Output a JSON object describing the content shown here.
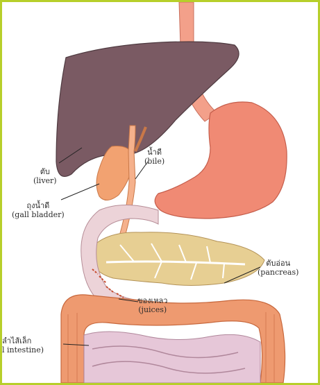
{
  "labels": {
    "liver": {
      "th": "ตับ",
      "en": "(liver)"
    },
    "bile": {
      "th": "น้ำดี",
      "en": "(bile)"
    },
    "gall_bladder": {
      "th": "ถุงน้ำดี",
      "en": "(gall bladder)"
    },
    "pancreas": {
      "th": "ตับอ่อน",
      "en": "(pancreas)"
    },
    "juices": {
      "th": "ของเหลว",
      "en": "(juices)"
    },
    "small_intestine": {
      "th": "ลำไส้เล็ก",
      "en": "l intestine)"
    }
  },
  "colors": {
    "frame": "#b7cf2a",
    "liver": "#7a5a63",
    "stomach": "#f08a74",
    "pancreas": "#e7cf93",
    "duodenum": "#ecd3d8",
    "colon": "#ee9a70",
    "small_intestine": "#e6c7d8"
  }
}
